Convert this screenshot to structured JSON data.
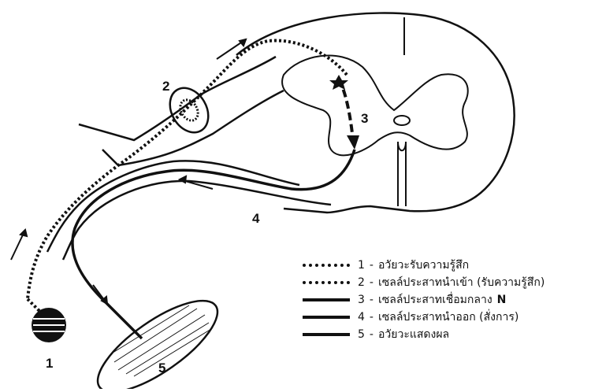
{
  "figure": {
    "numbers": {
      "receptor": "1",
      "sensory_neuron": "2",
      "interneuron": "3",
      "motor_neuron": "4",
      "effector": "5"
    },
    "interneuron_marker": "N"
  },
  "legend": [
    {
      "number": "1",
      "separator": "-",
      "text": "อวัยวะรับความรู้สึก",
      "style": "dotted"
    },
    {
      "number": "2",
      "separator": "-",
      "text": "เซลล์ประสาทนำเข้า (รับความรู้สึก)",
      "style": "dotted"
    },
    {
      "number": "3",
      "separator": "-",
      "text": "เซลล์ประสาทเชื่อมกลาง",
      "style": "solid"
    },
    {
      "number": "4",
      "separator": "-",
      "text": "เซลล์ประสาทนำออก (สั่งการ)",
      "style": "solid"
    },
    {
      "number": "5",
      "separator": "-",
      "text": "อวัยวะแสดงผล",
      "style": "solid"
    }
  ]
}
